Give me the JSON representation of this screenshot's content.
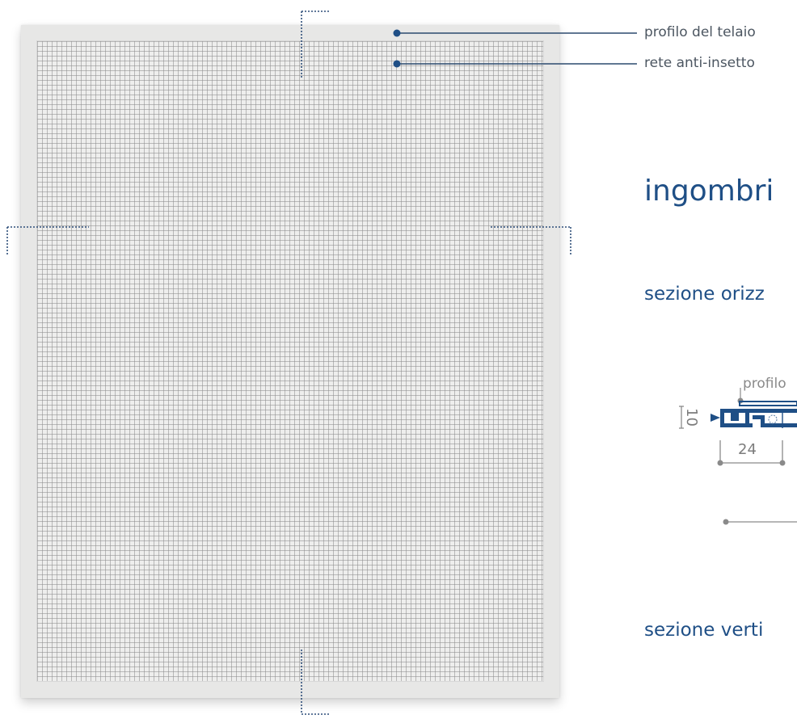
{
  "callouts": {
    "frame_profile": "profilo del telaio",
    "insect_net": "rete anti-insetto"
  },
  "headings": {
    "dimensions": "ingombri",
    "horizontal_section": "sezione orizz",
    "vertical_section": "sezione verti"
  },
  "section_detail": {
    "profile_label": "profilo",
    "height_value": "10",
    "width_value": "24"
  },
  "colors": {
    "accent_blue": "#1f4f86",
    "callout_line": "#2c4a6e",
    "frame": "#e7e7e6",
    "mesh": "#8c8c8c",
    "dim_gray": "#8a8a8a"
  }
}
